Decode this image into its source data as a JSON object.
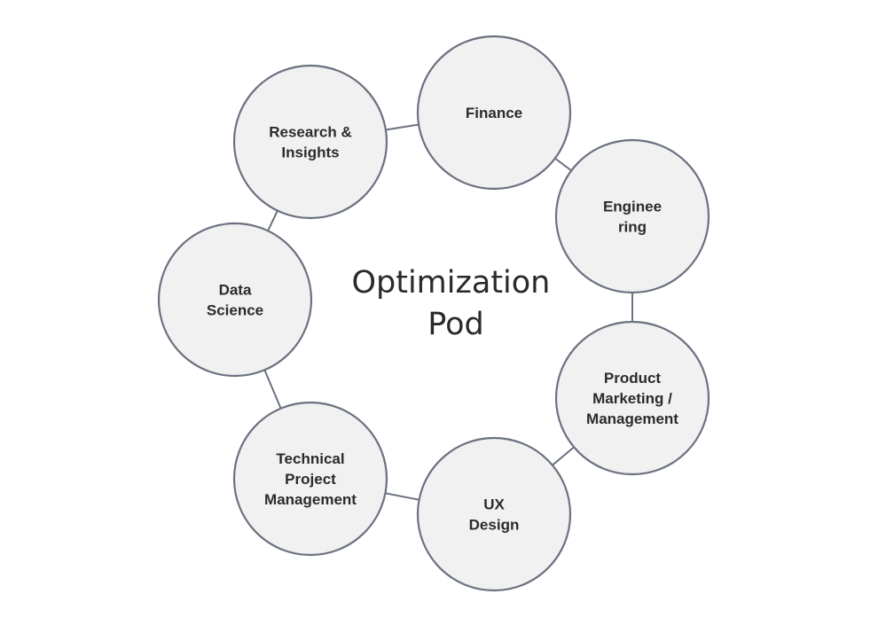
{
  "center": {
    "lines": [
      "Optimization",
      "Pod"
    ]
  },
  "nodes": [
    {
      "id": "finance",
      "lines": [
        "Finance"
      ]
    },
    {
      "id": "engineering",
      "lines": [
        "Enginee",
        "ring"
      ]
    },
    {
      "id": "product-marketing-management",
      "lines": [
        "Product",
        "Marketing /",
        "Management"
      ]
    },
    {
      "id": "ux-design",
      "lines": [
        "UX",
        "Design"
      ]
    },
    {
      "id": "technical-project-management",
      "lines": [
        "Technical",
        "Project",
        "Management"
      ]
    },
    {
      "id": "data-science",
      "lines": [
        "Data",
        "Science"
      ]
    },
    {
      "id": "research-insights",
      "lines": [
        "Research &",
        "Insights"
      ]
    }
  ],
  "colors": {
    "circle_fill": "#f1f1f2",
    "circle_stroke": "#6b7180",
    "text": "#2b2b2b"
  }
}
